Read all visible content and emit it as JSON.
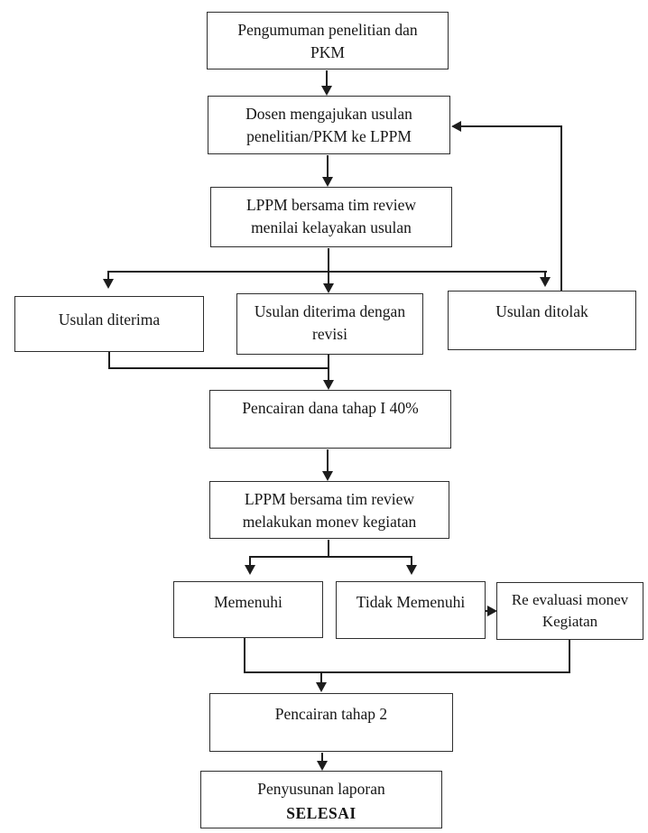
{
  "diagram": {
    "type": "flowchart",
    "colors": {
      "background": "#ffffff",
      "box_border": "#2e2e2e",
      "line": "#1d1d1d",
      "text": "#161616"
    },
    "nodes": [
      {
        "id": "pengumuman",
        "label": "Pengumuman penelitian dan\nPKM"
      },
      {
        "id": "dosen-mengajukan",
        "label": "Dosen mengajukan usulan\npenelitian/PKM ke LPPM"
      },
      {
        "id": "lppm-menilai",
        "label": "LPPM bersama tim review\nmenilai kelayakan usulan"
      },
      {
        "id": "usulan-diterima",
        "label": "Usulan diterima"
      },
      {
        "id": "usulan-revisi",
        "label": "Usulan diterima dengan\nrevisi"
      },
      {
        "id": "usulan-ditolak",
        "label": "Usulan ditolak"
      },
      {
        "id": "pencairan-tahap-1",
        "label": "Pencairan dana tahap I 40%"
      },
      {
        "id": "lppm-monev",
        "label": "LPPM bersama tim review\nmelakukan monev kegiatan"
      },
      {
        "id": "memenuhi",
        "label": "Memenuhi"
      },
      {
        "id": "tidak-memenuhi",
        "label": "Tidak Memenuhi"
      },
      {
        "id": "re-evaluasi",
        "label": "Re evaluasi monev\nKegiatan"
      },
      {
        "id": "pencairan-tahap-2",
        "label": "Pencairan tahap 2"
      },
      {
        "id": "penyusunan-laporan",
        "label": "Penyusunan laporan",
        "label2": "SELESAI"
      }
    ],
    "edges": [
      {
        "from": "pengumuman",
        "to": "dosen-mengajukan"
      },
      {
        "from": "dosen-mengajukan",
        "to": "lppm-menilai"
      },
      {
        "from": "lppm-menilai",
        "to": "usulan-diterima"
      },
      {
        "from": "lppm-menilai",
        "to": "usulan-revisi"
      },
      {
        "from": "lppm-menilai",
        "to": "usulan-ditolak"
      },
      {
        "from": "usulan-ditolak",
        "to": "dosen-mengajukan"
      },
      {
        "from": "usulan-diterima",
        "to": "pencairan-tahap-1"
      },
      {
        "from": "usulan-revisi",
        "to": "pencairan-tahap-1"
      },
      {
        "from": "pencairan-tahap-1",
        "to": "lppm-monev"
      },
      {
        "from": "lppm-monev",
        "to": "memenuhi"
      },
      {
        "from": "lppm-monev",
        "to": "tidak-memenuhi"
      },
      {
        "from": "tidak-memenuhi",
        "to": "re-evaluasi"
      },
      {
        "from": "memenuhi",
        "to": "pencairan-tahap-2"
      },
      {
        "from": "re-evaluasi",
        "to": "pencairan-tahap-2"
      },
      {
        "from": "pencairan-tahap-2",
        "to": "penyusunan-laporan"
      }
    ]
  }
}
